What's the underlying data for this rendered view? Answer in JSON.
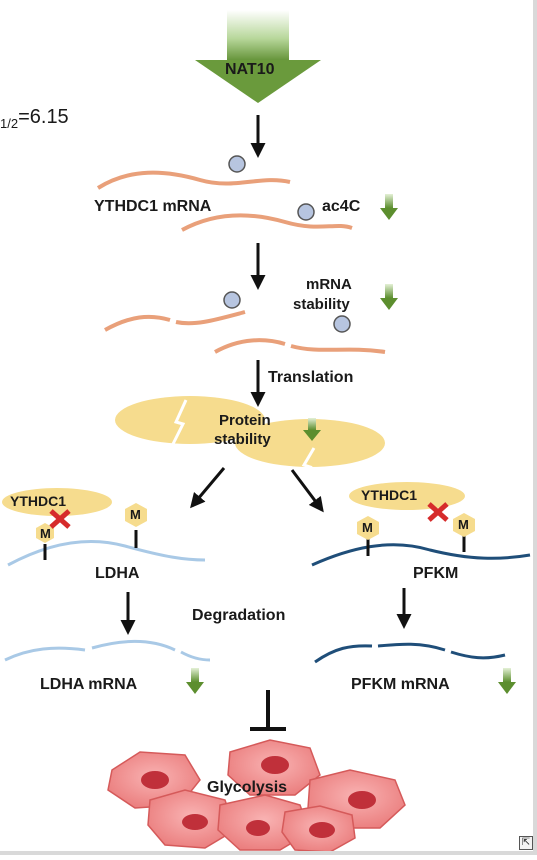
{
  "top_label": "NAT10",
  "partial_stat": {
    "subscript": "1/2",
    "value": "=6.15"
  },
  "labels": {
    "ythdc1_mrna": "YTHDC1 mRNA",
    "ac4c": "ac4C",
    "mrna_stability_1": "mRNA",
    "mrna_stability_2": "stability",
    "translation": "Translation",
    "protein_stability_1": "Protein",
    "protein_stability_2": "stability",
    "ythdc1_left": "YTHDC1",
    "ythdc1_right": "YTHDC1",
    "m_mark": "M",
    "ldha": "LDHA",
    "pfkm": "PFKM",
    "degradation": "Degradation",
    "ldha_mrna": "LDHA mRNA",
    "pfkm_mrna": "PFKM mRNA",
    "glycolysis": "Glycolysis"
  },
  "colors": {
    "mrna_orange": "#e9a07a",
    "ldha_blue": "#a9c9e6",
    "pfkm_navy": "#1f4e79",
    "protein_yellow": "#f6dc8e",
    "down_arrow_green": "#6a9a3c",
    "cell_pink": "#f28a8a",
    "nucleus_red": "#c0303a",
    "modification_grey": "#b7c5e0",
    "cross_red": "#d62b2b"
  }
}
